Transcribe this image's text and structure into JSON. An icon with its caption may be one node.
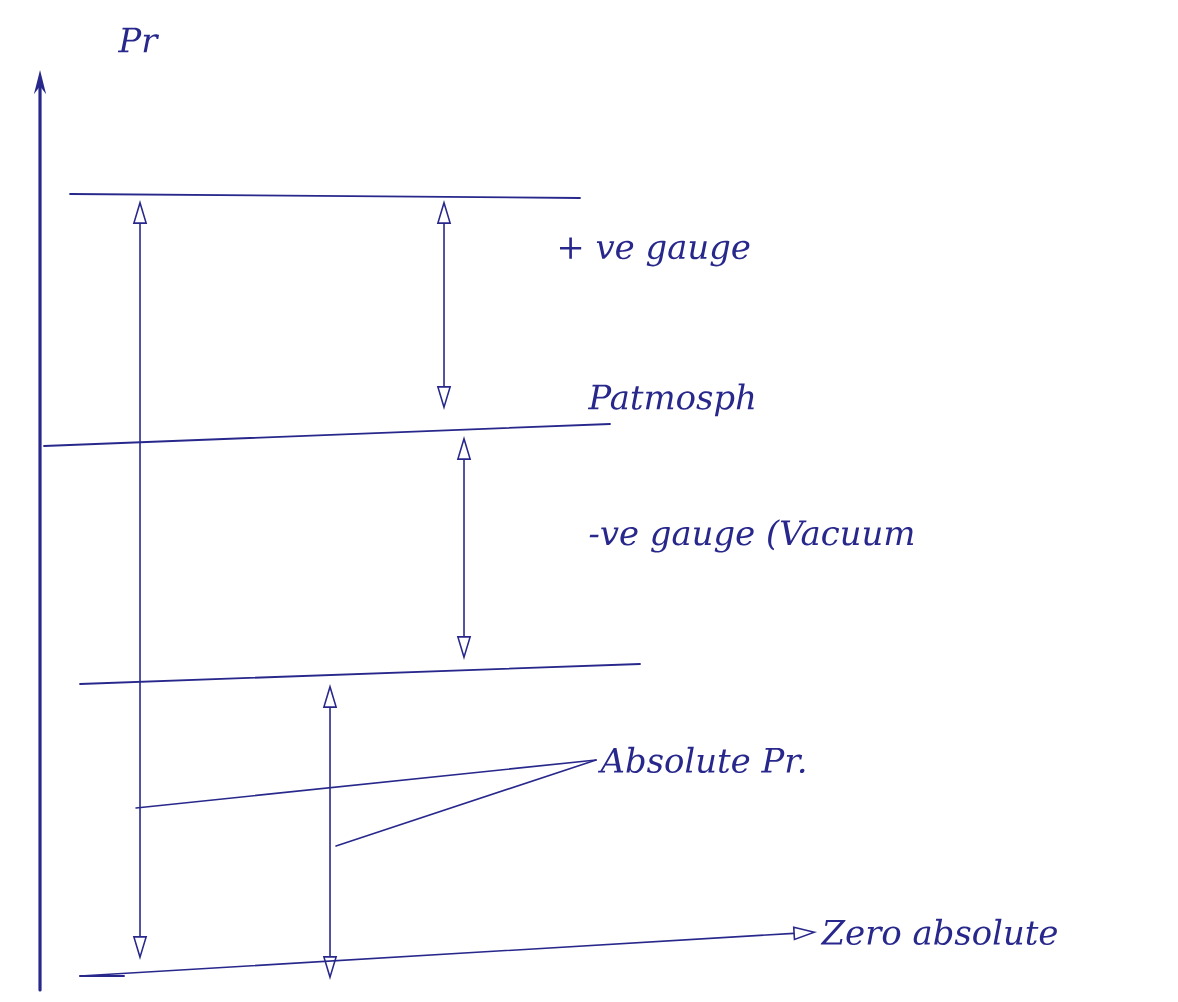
{
  "diagram": {
    "nodes": [
      {
        "text": [
          "Absolute Pr."
        ]
      },
      {
        "text": [
          "Zero absolute"
        ]
      }
    ],
    "edges": [
      {
        "from": 0,
        "to": null,
        "arrow": "none"
      },
      {
        "from": 0,
        "to": null,
        "arrow": "none"
      },
      {
        "from": null,
        "to": 1,
        "arrow": "to"
      }
    ],
    "labels": [
      "Pr",
      "+ ve gauge",
      "Patmosph",
      "-ve gauge (Vacuum"
    ]
  }
}
